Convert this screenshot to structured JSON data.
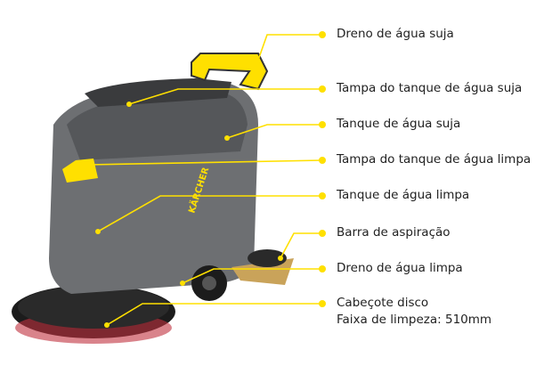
{
  "brand": "KÄRCHER",
  "accent_color": "#ffe000",
  "labels": [
    {
      "text": "Dreno de água suja"
    },
    {
      "text": "Tampa do tanque de água suja"
    },
    {
      "text": "Tanque de água suja"
    },
    {
      "text": "Tampa do tanque de água limpa"
    },
    {
      "text": "Tanque de água limpa"
    },
    {
      "text": "Barra de aspiração"
    },
    {
      "text": "Dreno de água limpa"
    },
    {
      "text": "Cabeçote disco",
      "subtext": "Faixa de limpeza: 510mm"
    }
  ]
}
